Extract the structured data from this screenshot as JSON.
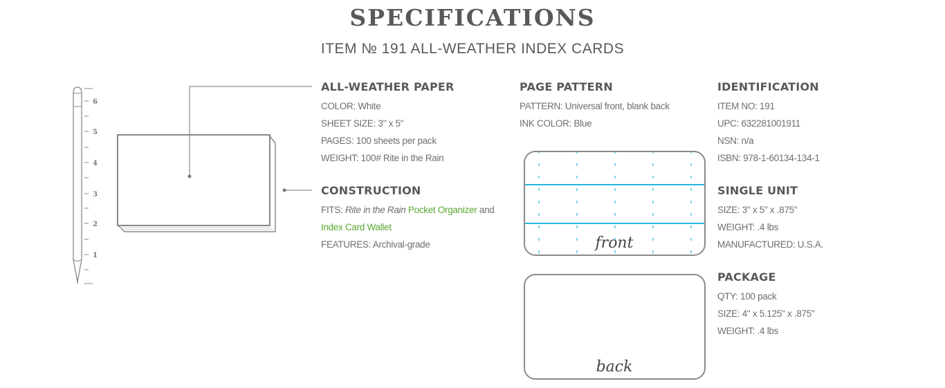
{
  "header": {
    "title": "SPECIFICATIONS",
    "subtitle": "ITEM № 191 ALL-WEATHER INDEX CARDS"
  },
  "illustration": {
    "ruler_ticks": [
      "6",
      "5",
      "4",
      "3",
      "2",
      "1"
    ],
    "icons": [
      "pencil-ruler-icon",
      "card-stack-icon"
    ]
  },
  "all_weather_paper": {
    "heading": "ALL-WEATHER PAPER",
    "lines": [
      "COLOR: White",
      "SHEET SIZE: 3\" x 5\"",
      "PAGES: 100 sheets per pack",
      "WEIGHT: 100# Rite in the Rain"
    ]
  },
  "construction": {
    "heading": "CONSTRUCTION",
    "fits_label": "FITS: ",
    "fits_brand": "Rite in the Rain",
    "fits_link1": "Pocket Organizer",
    "fits_and": " and ",
    "fits_link2": "Index Card Wallet",
    "features": "FEATURES: Archival-grade"
  },
  "page_pattern": {
    "heading": "PAGE PATTERN",
    "lines": [
      "PATTERN: Universal front, blank back",
      "INK COLOR: Blue"
    ],
    "front_label": "front",
    "back_label": "back",
    "ink_color": "#29b6e0"
  },
  "identification": {
    "heading": "IDENTIFICATION",
    "lines": [
      "ITEM NO: 191",
      "UPC: 632281001911",
      "NSN: n/a",
      "ISBN: 978-1-60134-134-1"
    ]
  },
  "single_unit": {
    "heading": "SINGLE UNIT",
    "lines": [
      "SIZE: 3\" x 5\" x .875\"",
      "WEIGHT: .4 lbs",
      "MANUFACTURED: U.S.A."
    ]
  },
  "package": {
    "heading": "PACKAGE",
    "lines": [
      "QTY: 100 pack",
      "SIZE: 4\" x 5.125\" x .875\"",
      "WEIGHT: .4 lbs"
    ]
  },
  "colors": {
    "text": "#58595b",
    "body_text": "#6d6e70",
    "link_green": "#5aa832",
    "ink_blue": "#29b6e0",
    "outline_gray": "#8a8a8a"
  }
}
